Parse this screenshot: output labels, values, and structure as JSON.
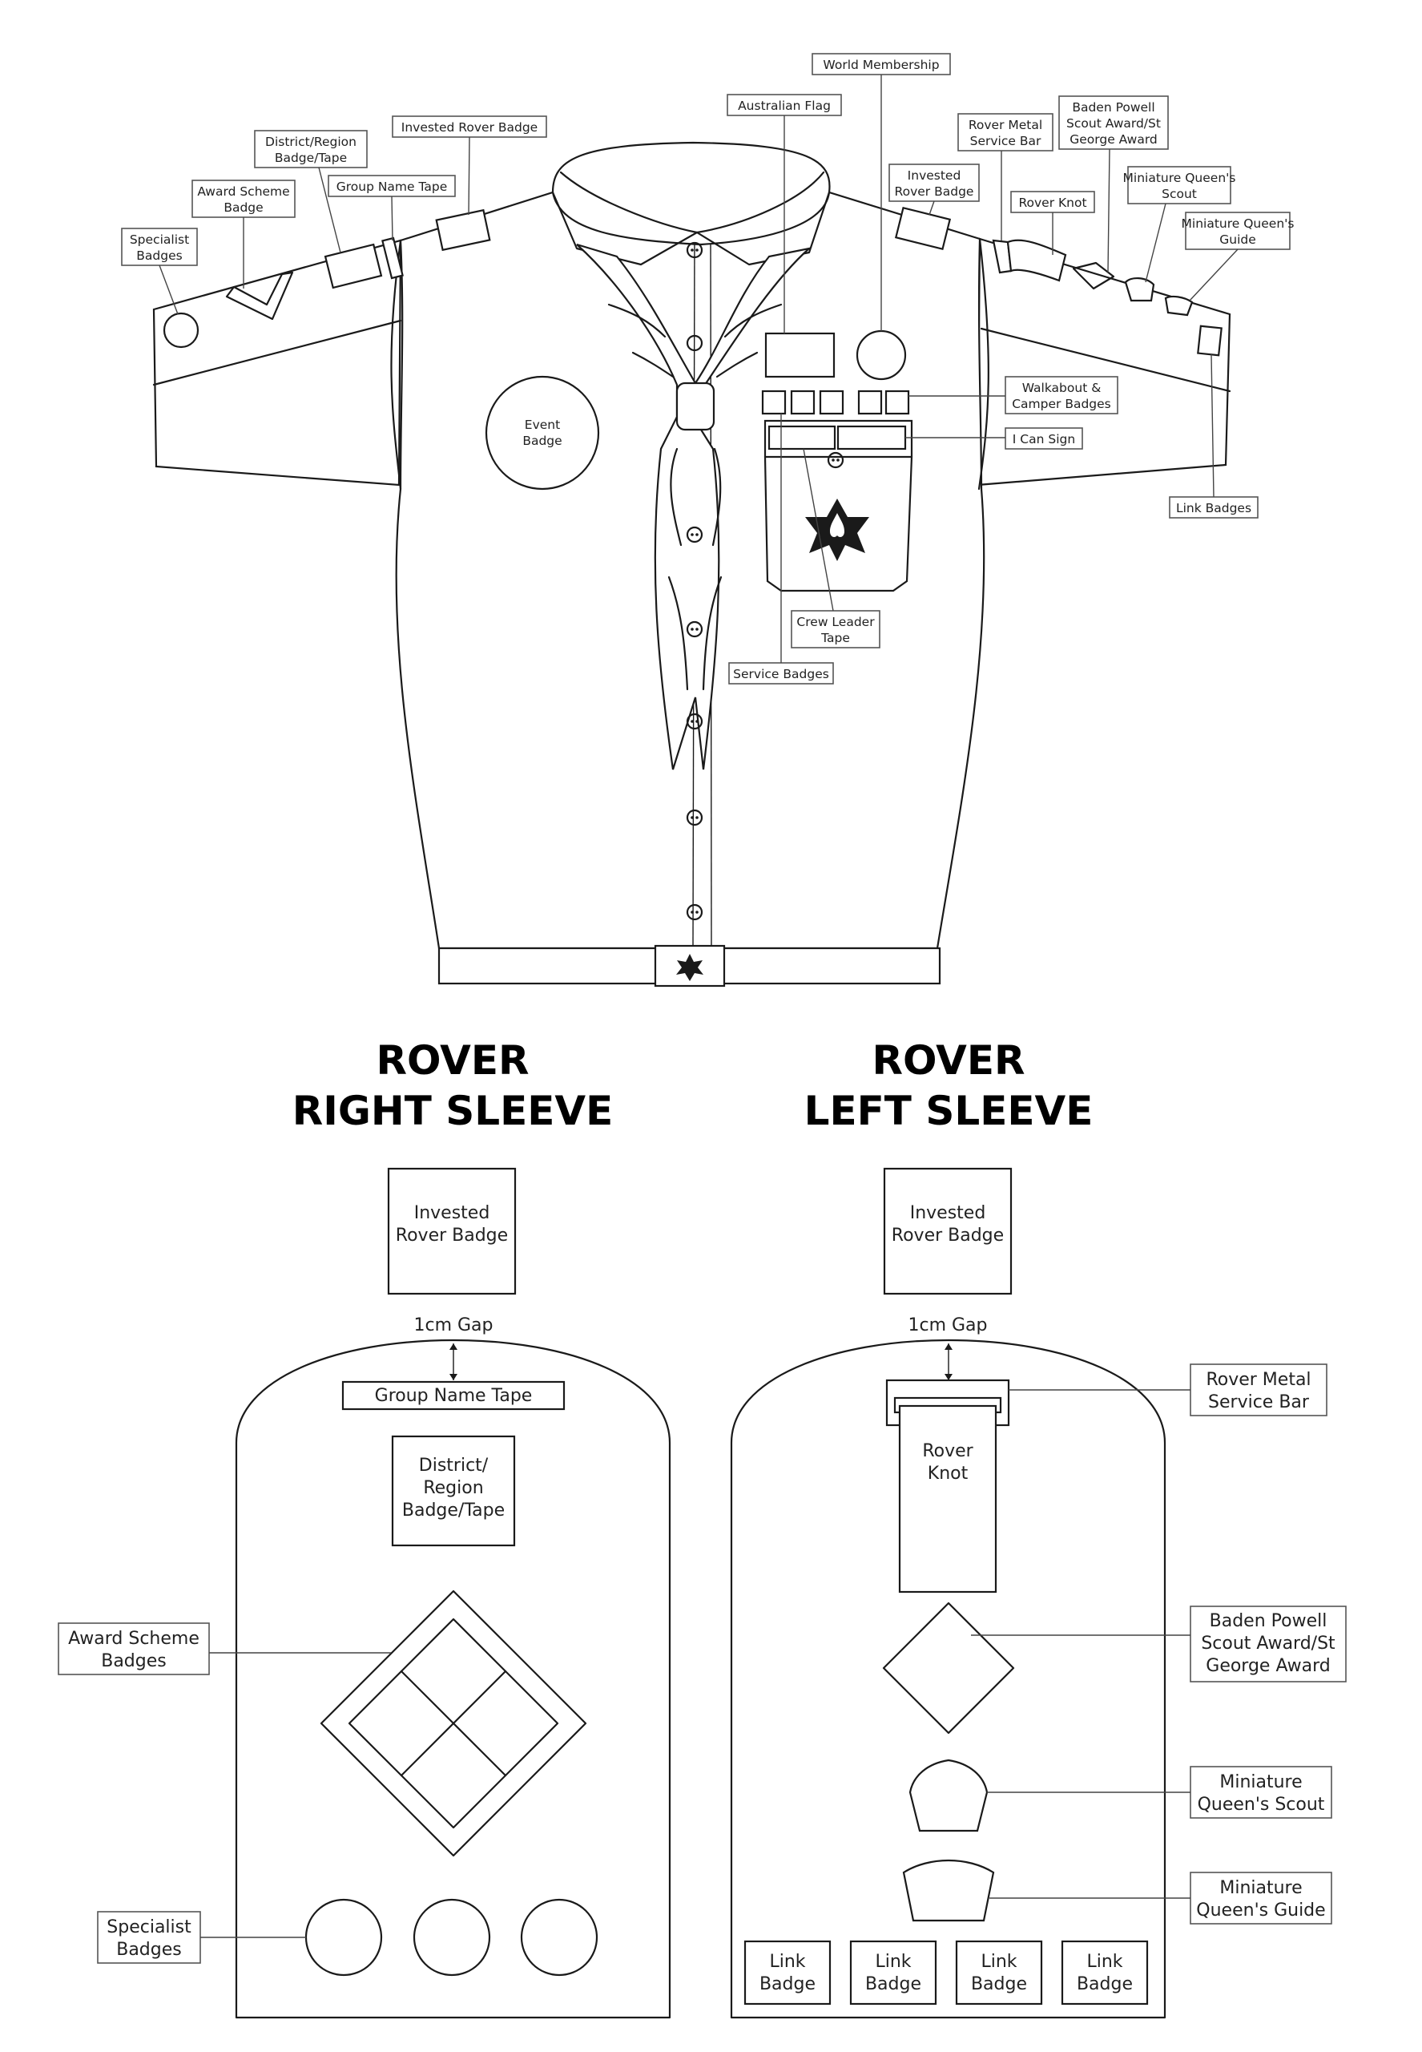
{
  "shirt_labels": {
    "world_membership": "World Membership",
    "australian_flag": "Australian Flag",
    "invested_rover_badge_right": "Invested Rover Badge",
    "district_region_badge_tape": [
      "District/Region",
      "Badge/Tape"
    ],
    "award_scheme_badge": [
      "Award Scheme",
      "Badge"
    ],
    "group_name_tape": "Group Name Tape",
    "specialist_badges": [
      "Specialist",
      "Badges"
    ],
    "rover_metal_service_bar": [
      "Rover Metal",
      "Service Bar"
    ],
    "baden_powell_award": [
      "Baden Powell",
      "Scout Award/St",
      "George Award"
    ],
    "invested_rover_badge_left": [
      "Invested",
      "Rover Badge"
    ],
    "rover_knot": "Rover Knot",
    "miniature_queens_scout": [
      "Miniature Queen's",
      "Scout"
    ],
    "miniature_queens_guide": [
      "Miniature Queen's",
      "Guide"
    ],
    "walkabout_camper_badges": [
      "Walkabout &",
      "Camper Badges"
    ],
    "i_can_sign": "I Can Sign",
    "link_badges": "Link Badges",
    "event_badge": [
      "Event",
      "Badge"
    ],
    "crew_leader_tape": [
      "Crew Leader",
      "Tape"
    ],
    "service_badges": "Service Badges"
  },
  "right_sleeve": {
    "title": [
      "ROVER",
      "RIGHT SLEEVE"
    ],
    "invested_rover_badge": [
      "Invested",
      "Rover Badge"
    ],
    "gap": "1cm Gap",
    "group_name_tape": "Group Name Tape",
    "district_region": [
      "District/",
      "Region",
      "Badge/Tape"
    ],
    "award_scheme_badges": [
      "Award Scheme",
      "Badges"
    ],
    "specialist_badges": [
      "Specialist",
      "Badges"
    ]
  },
  "left_sleeve": {
    "title": [
      "ROVER",
      "LEFT SLEEVE"
    ],
    "invested_rover_badge": [
      "Invested",
      "Rover Badge"
    ],
    "gap": "1cm Gap",
    "rover_metal_service_bar": [
      "Rover Metal",
      "Service Bar"
    ],
    "rover_knot": [
      "Rover",
      "Knot"
    ],
    "baden_powell_award": [
      "Baden Powell",
      "Scout Award/St",
      "George Award"
    ],
    "miniature_queens_scout": [
      "Miniature",
      "Queen's Scout"
    ],
    "miniature_queens_guide": [
      "Miniature",
      "Queen's Guide"
    ],
    "link_badge": [
      "Link",
      "Badge"
    ]
  }
}
